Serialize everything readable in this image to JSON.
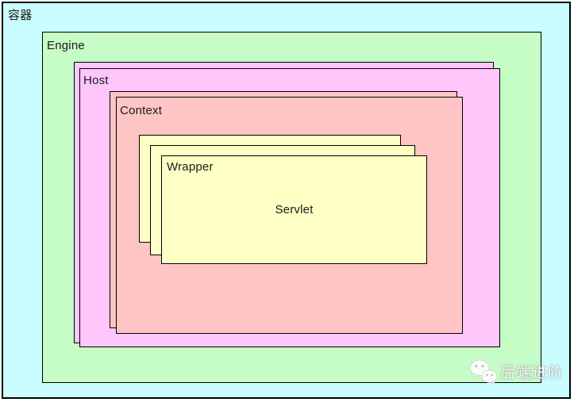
{
  "diagram": {
    "container_label": "容器",
    "engine_label": "Engine",
    "host_label": "Host",
    "context_label": "Context",
    "wrapper_label": "Wrapper",
    "servlet_label": "Servlet"
  },
  "watermark": {
    "text": "后端进阶",
    "icon": "wechat-icon"
  },
  "colors": {
    "container_bg": "#C9FDFF",
    "engine_bg": "#C6FCC6",
    "host_bg": "#FFC6FC",
    "context_bg": "#FFC5C5",
    "wrapper_bg": "#FEFFC5",
    "border_color": "#000000"
  }
}
